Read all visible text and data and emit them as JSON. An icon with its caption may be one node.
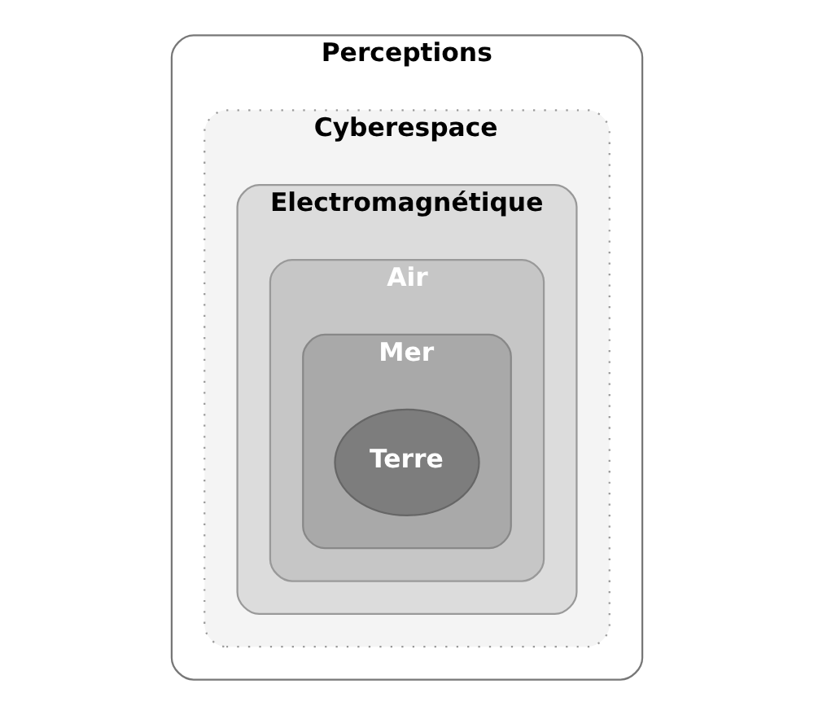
{
  "diagram": {
    "nodes": [
      {
        "text": [
          "Perceptions"
        ]
      },
      {
        "text": [
          "Cyberespace"
        ],
        "in": 0
      },
      {
        "text": [
          "Electromagnétique"
        ],
        "in": 1
      },
      {
        "text": [
          "Air"
        ],
        "in": 2
      },
      {
        "text": [
          "Mer"
        ],
        "in": 3
      },
      {
        "text": [
          "Terre"
        ],
        "in": 4
      }
    ]
  }
}
